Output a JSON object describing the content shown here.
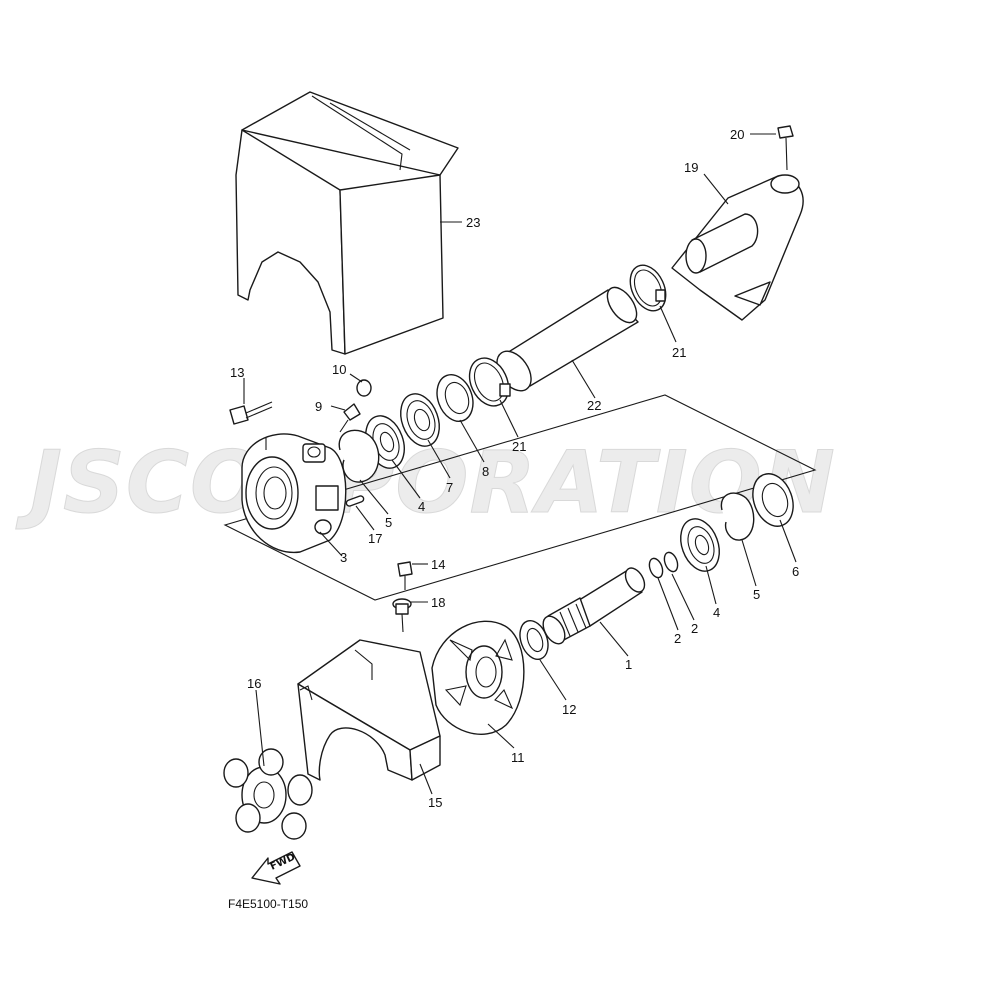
{
  "watermark": "JSCORPORATION",
  "diagram_code": "F4E5100-T150",
  "direction_arrow": "FWD",
  "callouts": {
    "c1": "1",
    "c2a": "2",
    "c2b": "2",
    "c3": "3",
    "c4a": "4",
    "c4b": "4",
    "c5a": "5",
    "c5b": "5",
    "c6": "6",
    "c7": "7",
    "c8": "8",
    "c9": "9",
    "c10": "10",
    "c11": "11",
    "c12": "12",
    "c13": "13",
    "c14": "14",
    "c15": "15",
    "c16": "16",
    "c17": "17",
    "c18": "18",
    "c19": "19",
    "c20": "20",
    "c21a": "21",
    "c21b": "21",
    "c22": "22",
    "c23": "23"
  }
}
